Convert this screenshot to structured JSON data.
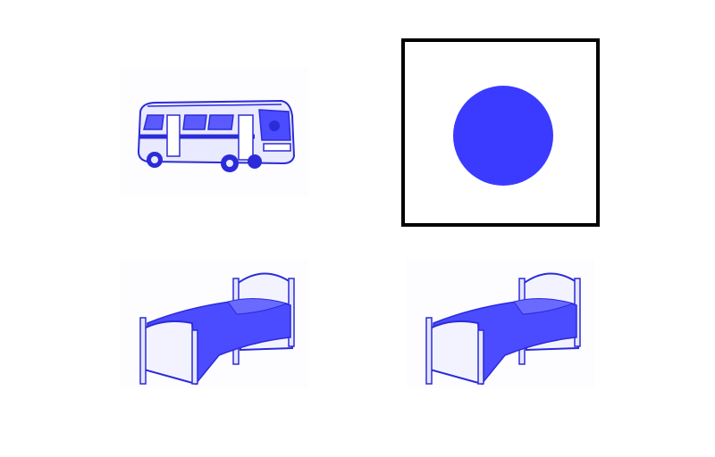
{
  "images": [
    {
      "name": "bus",
      "icon": "bus-icon"
    },
    {
      "name": "target-dot",
      "icon": "circle-icon",
      "framed": true
    },
    {
      "name": "bed",
      "icon": "bed-icon"
    },
    {
      "name": "bed",
      "icon": "bed-icon"
    }
  ],
  "colors": {
    "accent_blue": "#3b3bff",
    "light_blue": "#e6e6ff",
    "frame": "#000000",
    "background": "#ffffff"
  }
}
